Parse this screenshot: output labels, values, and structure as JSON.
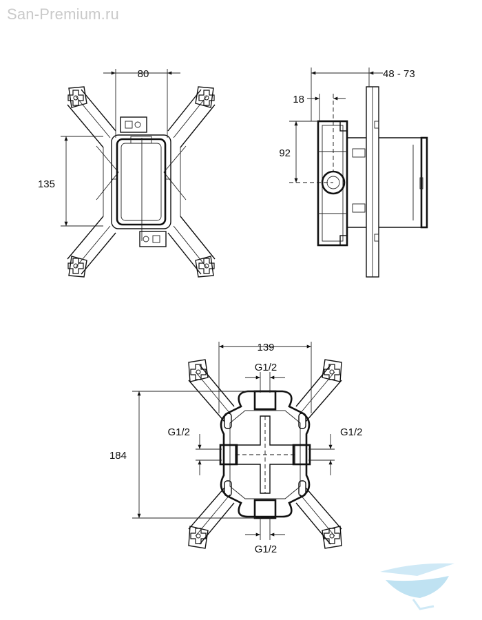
{
  "watermark": "San-Premium.ru",
  "front_view": {
    "width_label": "80",
    "height_label": "135"
  },
  "side_view": {
    "depth_range_label": "48 - 73",
    "offset_label": "18",
    "height_label": "92"
  },
  "bottom_view": {
    "width_label": "139",
    "height_label": "184",
    "top_connection": "G1/2",
    "left_connection": "G1/2",
    "right_connection": "G1/2",
    "bottom_connection": "G1/2"
  }
}
